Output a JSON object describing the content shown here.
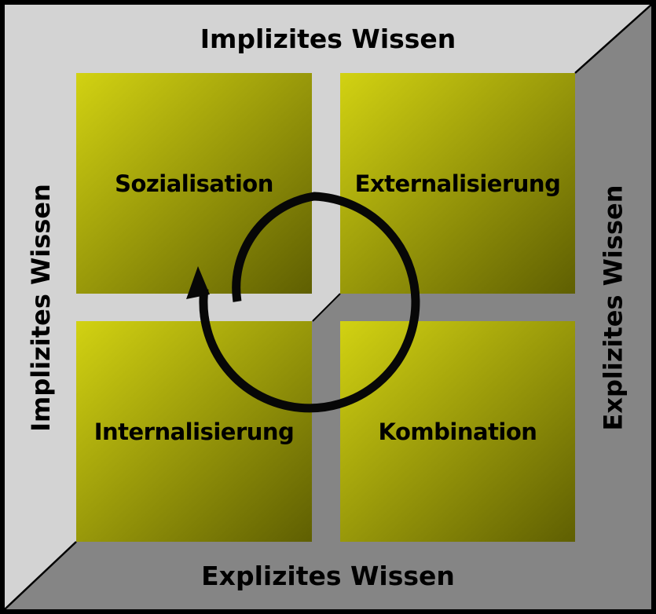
{
  "axes": {
    "top": "Implizites Wissen",
    "left": "Implizites Wissen",
    "right": "Explizites Wissen",
    "bottom": "Explizites Wissen"
  },
  "quadrants": [
    {
      "id": "sozialisation",
      "label": "Sozialisation"
    },
    {
      "id": "externalisierung",
      "label": "Externalisierung"
    },
    {
      "id": "internalisierung",
      "label": "Internalisierung"
    },
    {
      "id": "kombination",
      "label": "Kombination"
    }
  ],
  "icons": {
    "cycle_arrow": "clockwise-spiral-cycle-arrow"
  },
  "colors": {
    "frame_light": "#d3d3d3",
    "frame_dark": "#858585",
    "border": "#000000",
    "quadrant_bright": "#d2d212",
    "quadrant_dark": "#5f5f02",
    "text": "#000000",
    "arrow": "#070707"
  }
}
